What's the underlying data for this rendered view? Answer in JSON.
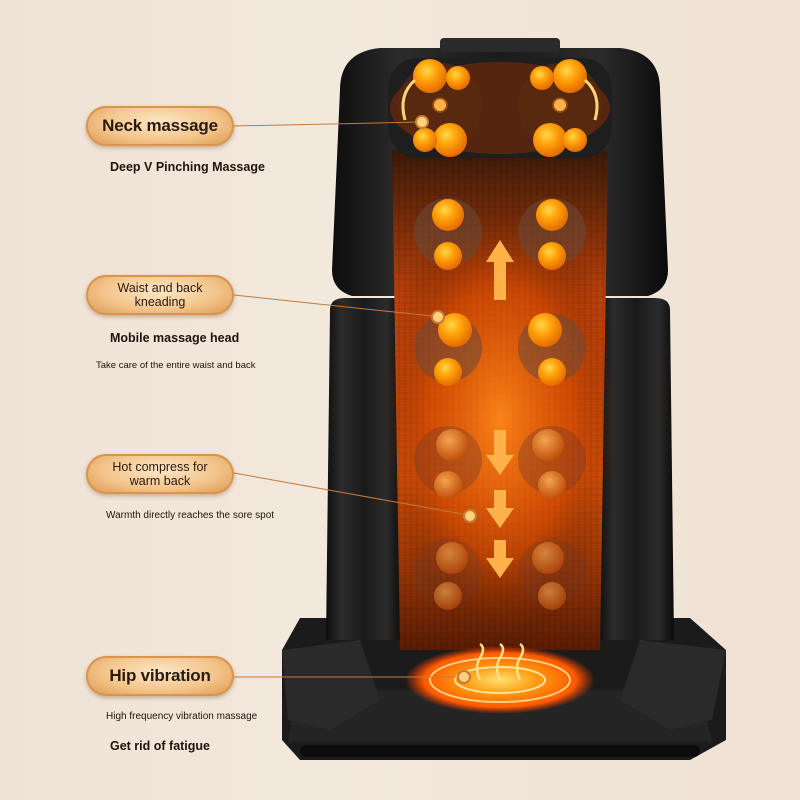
{
  "features": [
    {
      "label": "Neck massage",
      "sub": "Deep V Pinching Massage"
    },
    {
      "label_lines": [
        "Waist and back",
        "kneading"
      ],
      "sub": "Mobile massage head",
      "detail": "Take care of the entire waist and back"
    },
    {
      "label_lines": [
        "Hot compress for",
        "warm back"
      ],
      "sub": "Warmth directly reaches the sore spot"
    },
    {
      "label": "Hip vibration",
      "sub": "High frequency vibration massage",
      "detail": "Get rid of fatigue"
    }
  ],
  "colors": {
    "pill_light": "#fde7c7",
    "pill_dark": "#d9934a",
    "leader_line": "#c47a3a",
    "heat_orange": "#ff7a00",
    "seat_black": "#141414"
  }
}
